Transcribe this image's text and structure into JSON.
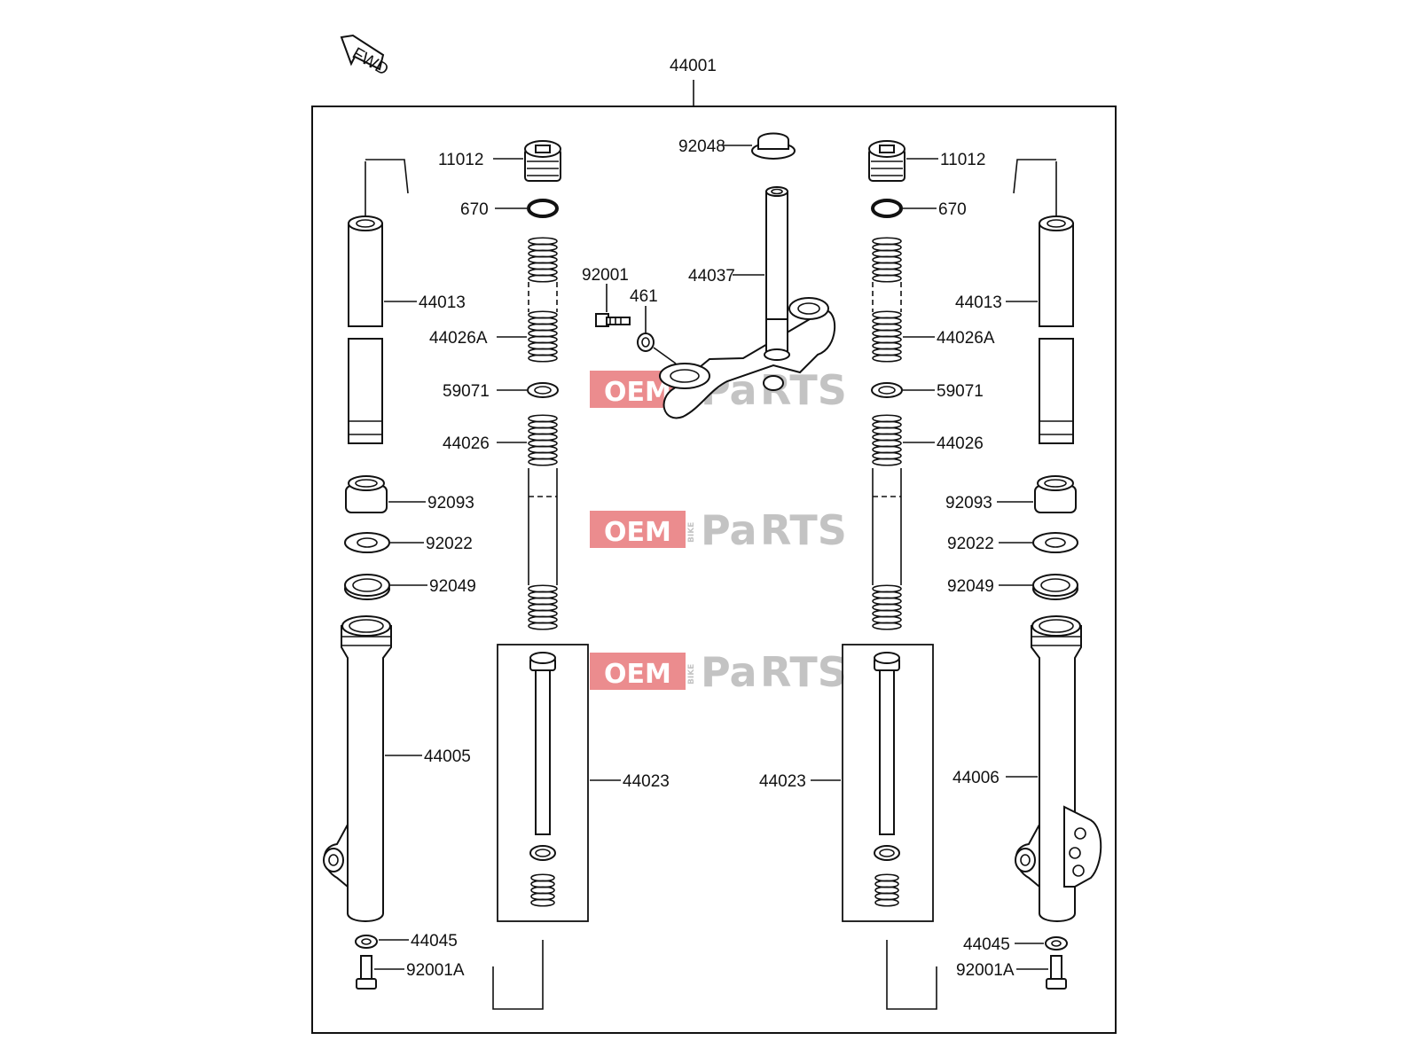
{
  "fwd_label": "FWD",
  "assembly_label": "44001",
  "watermark": {
    "oem": "OEM",
    "bike": "BIKE",
    "pa": "Pa",
    "rts": "RTS",
    "red": "#e8787b",
    "grey": "#b9b9b9"
  },
  "labels": {
    "l_11012": "11012",
    "l_670": "670",
    "l_44026A": "44026A",
    "l_59071": "59071",
    "l_44026": "44026",
    "l_44013": "44013",
    "l_92093": "92093",
    "l_92022": "92022",
    "l_92049": "92049",
    "l_44005": "44005",
    "l_44023": "44023",
    "l_44045": "44045",
    "l_92001A": "92001A",
    "r_11012": "11012",
    "r_670": "670",
    "r_44026A": "44026A",
    "r_59071": "59071",
    "r_44026": "44026",
    "r_44013": "44013",
    "r_92093": "92093",
    "r_92022": "92022",
    "r_92049": "92049",
    "r_44006": "44006",
    "r_44023": "44023",
    "r_44045": "44045",
    "r_92001A": "92001A",
    "c_92048": "92048",
    "c_92001": "92001",
    "c_461": "461",
    "c_44037": "44037"
  }
}
